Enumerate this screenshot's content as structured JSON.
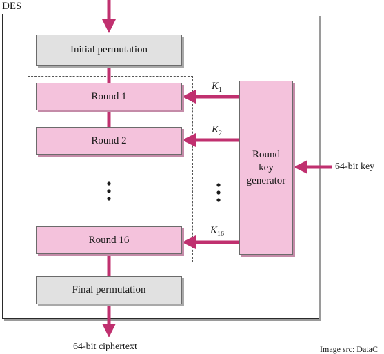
{
  "diagram": {
    "frame_label": "DES",
    "initial_permutation": "Initial permutation",
    "rounds": [
      "Round 1",
      "Round 2",
      "Round 16"
    ],
    "final_permutation": "Final permutation",
    "key_generator": [
      "Round",
      "key",
      "generator"
    ],
    "round_keys": [
      {
        "letter": "K",
        "sub": "1"
      },
      {
        "letter": "K",
        "sub": "2"
      },
      {
        "letter": "K",
        "sub": "16"
      }
    ],
    "key_input": "64-bit key",
    "output": "64-bit ciphertext",
    "source_note": "Image src: DataC"
  },
  "colors": {
    "arrow": "#c0306f",
    "pink_box": "#f4c2dc",
    "gray_box": "#e1e1e1"
  }
}
